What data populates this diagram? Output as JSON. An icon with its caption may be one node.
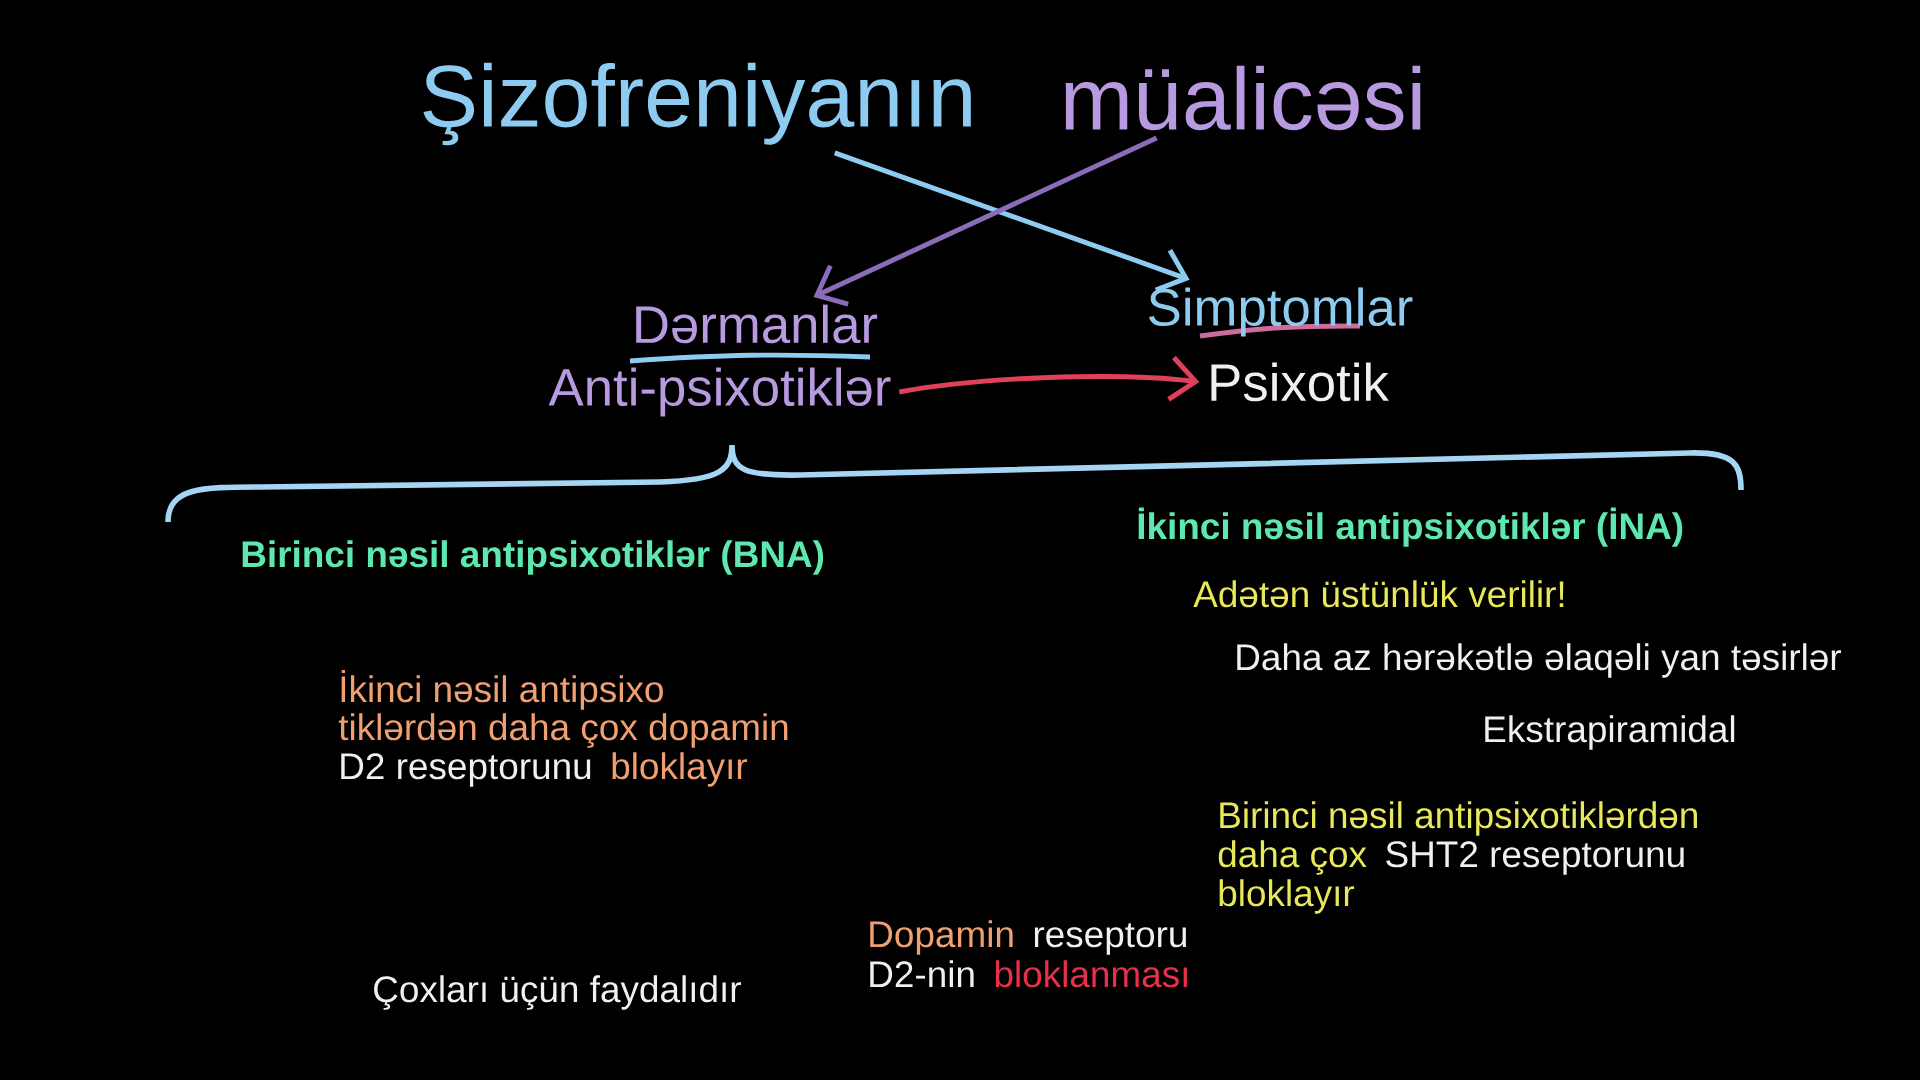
{
  "diagram": {
    "nodes": [
      {
        "text": [
          "Şizofreniyanın"
        ]
      },
      {
        "text": [
          "müalicəsi"
        ]
      },
      {
        "text": [
          "Dərmanlar"
        ]
      },
      {
        "text": [
          "Simptomlar"
        ]
      },
      {
        "text": [
          "Anti-psixotiklər"
        ]
      },
      {
        "text": [
          "Psixotik"
        ]
      }
    ],
    "edges": [
      {
        "from": 0,
        "to": 3,
        "arrow": "to",
        "color": "#8ecbf0"
      },
      {
        "from": 1,
        "to": 2,
        "arrow": "to",
        "color": "#8a6cb8"
      },
      {
        "from": 4,
        "to": 5,
        "arrow": "to",
        "color": "#e0405a"
      }
    ],
    "labels": [
      "Birinci nəsil antipsixotiklər (BNA)",
      "İkinci nəsil antipsixotiklər (İNA)",
      "Adətən üstünlük verilir!",
      "Daha az hərəkətlə əlaqəli yan təsirlər",
      "İkinci nəsil antipsixo",
      "tiklərdən daha çox dopamin",
      "D2 reseptorunu",
      "bloklayır",
      "Ekstrapiramidal",
      "Birinci nəsil antipsixotiklərdən",
      "daha çox",
      "SHT2 reseptorunu",
      "bloklayır",
      "Dopamin",
      "reseptoru",
      "Çoxları üçün faydalıdır",
      "D2-nin",
      "bloklanması"
    ]
  }
}
